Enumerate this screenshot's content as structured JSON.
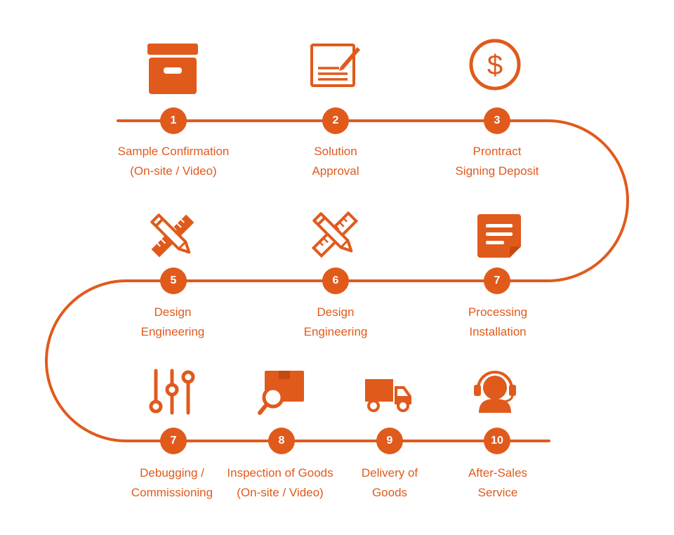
{
  "colors": {
    "accent": "#e05a1c",
    "background": "#ffffff"
  },
  "steps": [
    {
      "number": "1",
      "icon": "archive-box-icon",
      "line1": "Sample Confirmation",
      "line2": "(On-site / Video)"
    },
    {
      "number": "2",
      "icon": "document-pen-icon",
      "line1": "Solution",
      "line2": "Approval"
    },
    {
      "number": "3",
      "icon": "dollar-coin-icon",
      "line1": "Prontract",
      "line2": "Signing Deposit"
    },
    {
      "number": "5",
      "icon": "pencil-ruler-icon",
      "line1": "Design",
      "line2": "Engineering"
    },
    {
      "number": "6",
      "icon": "pencil-ruler-icon",
      "line1": "Design",
      "line2": "Engineering"
    },
    {
      "number": "7",
      "icon": "document-lines-icon",
      "line1": "Processing",
      "line2": "Installation"
    },
    {
      "number": "7",
      "icon": "sliders-icon",
      "line1": "Debugging /",
      "line2": "Commissioning"
    },
    {
      "number": "8",
      "icon": "box-magnifier-icon",
      "line1": "Inspection of Goods",
      "line2": "(On-site / Video)"
    },
    {
      "number": "9",
      "icon": "delivery-truck-icon",
      "line1": "Delivery of",
      "line2": "Goods"
    },
    {
      "number": "10",
      "icon": "headset-support-icon",
      "line1": "After-Sales",
      "line2": "Service"
    }
  ]
}
